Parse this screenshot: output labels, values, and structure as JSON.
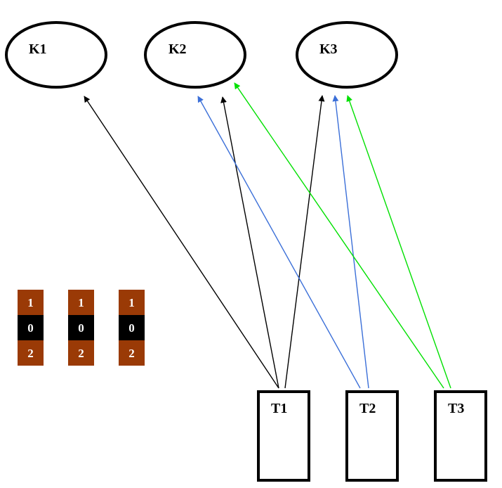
{
  "targets": [
    {
      "id": "K1",
      "label": "K1"
    },
    {
      "id": "K2",
      "label": "K2"
    },
    {
      "id": "K3",
      "label": "K3"
    }
  ],
  "sources": [
    {
      "id": "T1",
      "label": "T1"
    },
    {
      "id": "T2",
      "label": "T2"
    },
    {
      "id": "T3",
      "label": "T3"
    }
  ],
  "tiles": [
    {
      "top": "1",
      "middle": "0",
      "bottom": "2"
    },
    {
      "top": "1",
      "middle": "0",
      "bottom": "2"
    },
    {
      "top": "1",
      "middle": "0",
      "bottom": "2"
    }
  ],
  "colors": {
    "black": "#000000",
    "blue": "#3b6fd8",
    "green": "#00e000",
    "tile_brown": "#9a3a06",
    "tile_black": "#000000"
  },
  "edges": [
    {
      "from": "T1",
      "to": "K1",
      "color": "black"
    },
    {
      "from": "T1",
      "to": "K2",
      "color": "black"
    },
    {
      "from": "T1",
      "to": "K3",
      "color": "black"
    },
    {
      "from": "T2",
      "to": "K2",
      "color": "blue"
    },
    {
      "from": "T2",
      "to": "K3",
      "color": "blue"
    },
    {
      "from": "T3",
      "to": "K2",
      "color": "green"
    },
    {
      "from": "T3",
      "to": "K3",
      "color": "green"
    }
  ]
}
